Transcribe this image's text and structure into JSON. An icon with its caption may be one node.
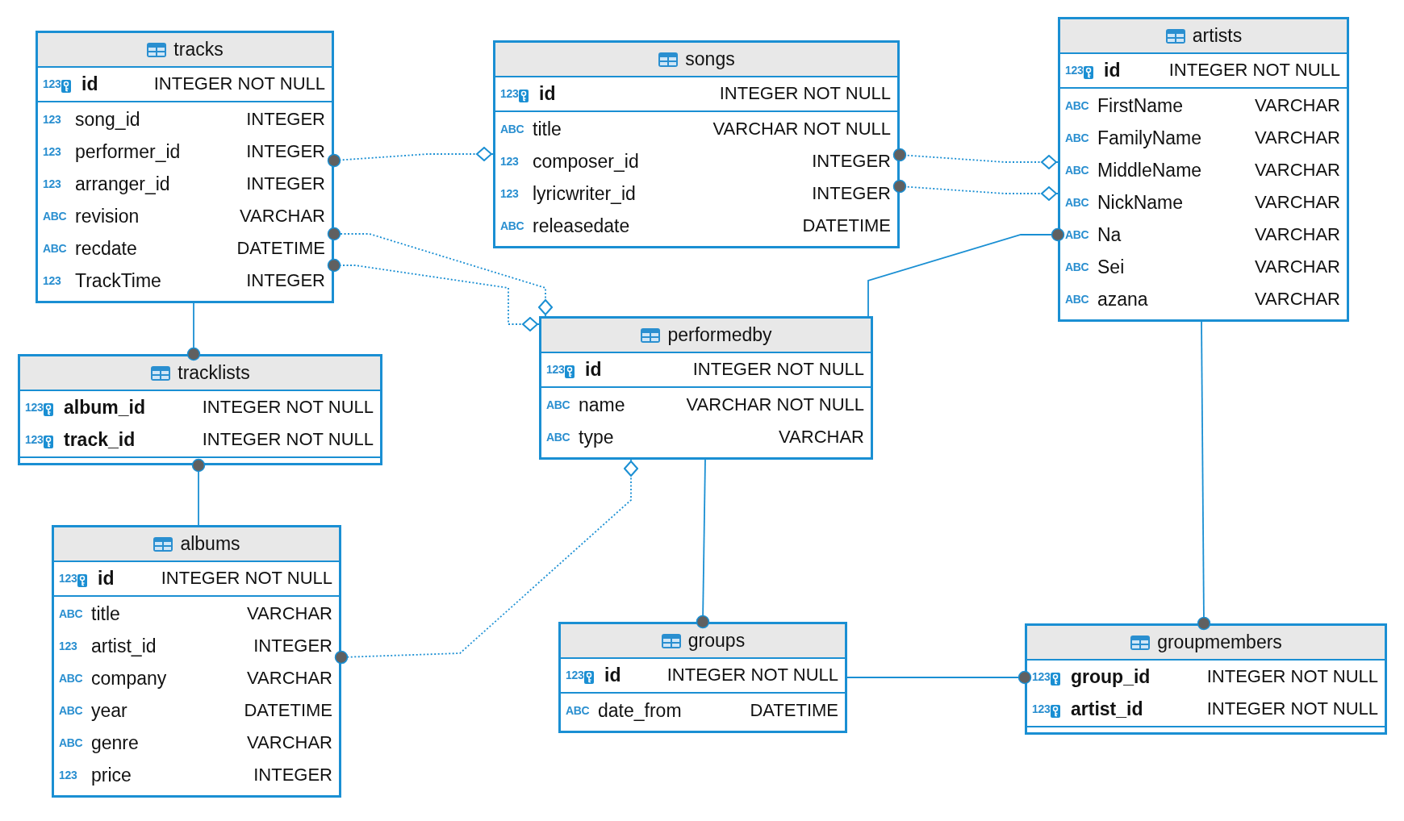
{
  "diagram": {
    "nodes": [
      {
        "text": [
          "tracks",
          "123",
          "id",
          "INTEGER NOT NULL",
          "123",
          "song_id",
          "INTEGER",
          "123",
          "performer_id",
          "INTEGER",
          "123",
          "arranger_id",
          "INTEGER",
          "ABC",
          "revision",
          "VARCHAR",
          "ABC",
          "recdate",
          "DATETIME",
          "123",
          "TrackTime",
          "INTEGER"
        ]
      },
      {
        "text": [
          "songs",
          "123",
          "id",
          "INTEGER NOT NULL",
          "ABC",
          "title",
          "VARCHAR NOT NULL",
          "123",
          "composer_id",
          "INTEGER",
          "123",
          "lyricwriter_id",
          "INTEGER",
          "ABC",
          "releasedate",
          "DATETIME"
        ]
      },
      {
        "text": [
          "artists",
          "123",
          "id",
          "INTEGER NOT NULL",
          "ABC",
          "FirstName",
          "VARCHAR",
          "ABC",
          "FamilyName",
          "VARCHAR",
          "ABC",
          "MiddleName",
          "VARCHAR",
          "ABC",
          "NickName",
          "VARCHAR",
          "ABC",
          "Na",
          "VARCHAR",
          "ABC",
          "Sei",
          "VARCHAR",
          "ABC",
          "azana",
          "VARCHAR"
        ]
      },
      {
        "text": [
          "tracklists",
          "123",
          "album_id",
          "INTEGER NOT NULL",
          "123",
          "track_id",
          "INTEGER NOT NULL"
        ]
      },
      {
        "text": [
          "performedby",
          "123",
          "id",
          "INTEGER NOT NULL",
          "ABC",
          "name",
          "VARCHAR NOT NULL",
          "ABC",
          "type",
          "VARCHAR"
        ]
      },
      {
        "text": [
          "albums",
          "123",
          "id",
          "INTEGER NOT NULL",
          "ABC",
          "title",
          "VARCHAR",
          "123",
          "artist_id",
          "INTEGER",
          "ABC",
          "company",
          "VARCHAR",
          "ABC",
          "year",
          "DATETIME",
          "ABC",
          "genre",
          "VARCHAR",
          "123",
          "price",
          "INTEGER"
        ]
      },
      {
        "text": [
          "groups",
          "123",
          "id",
          "INTEGER NOT NULL",
          "ABC",
          "date_from",
          "DATETIME"
        ]
      },
      {
        "text": [
          "groupmembers",
          "123",
          "group_id",
          "INTEGER NOT NULL",
          "123",
          "artist_id",
          "INTEGER NOT NULL"
        ]
      }
    ],
    "edges": [
      {
        "from": 1,
        "to": 0,
        "arrow": "other",
        "style": "dashed"
      },
      {
        "from": 2,
        "to": 1,
        "arrow": "other",
        "style": "dashed"
      },
      {
        "from": 2,
        "to": 1,
        "arrow": "other",
        "style": "dashed"
      },
      {
        "from": 4,
        "to": 0,
        "arrow": "other",
        "style": "dashed"
      },
      {
        "from": 4,
        "to": 0,
        "arrow": "other",
        "style": "dashed"
      },
      {
        "from": 0,
        "to": 3,
        "arrow": "other"
      },
      {
        "from": 5,
        "to": 3,
        "arrow": "other"
      },
      {
        "from": 4,
        "to": 5,
        "arrow": "other",
        "style": "dashed"
      },
      {
        "from": 4,
        "to": 2,
        "arrow": "other"
      },
      {
        "from": 4,
        "to": 6,
        "arrow": "other"
      },
      {
        "from": 6,
        "to": 7,
        "arrow": "other"
      },
      {
        "from": 2,
        "to": 7,
        "arrow": "other"
      }
    ]
  }
}
